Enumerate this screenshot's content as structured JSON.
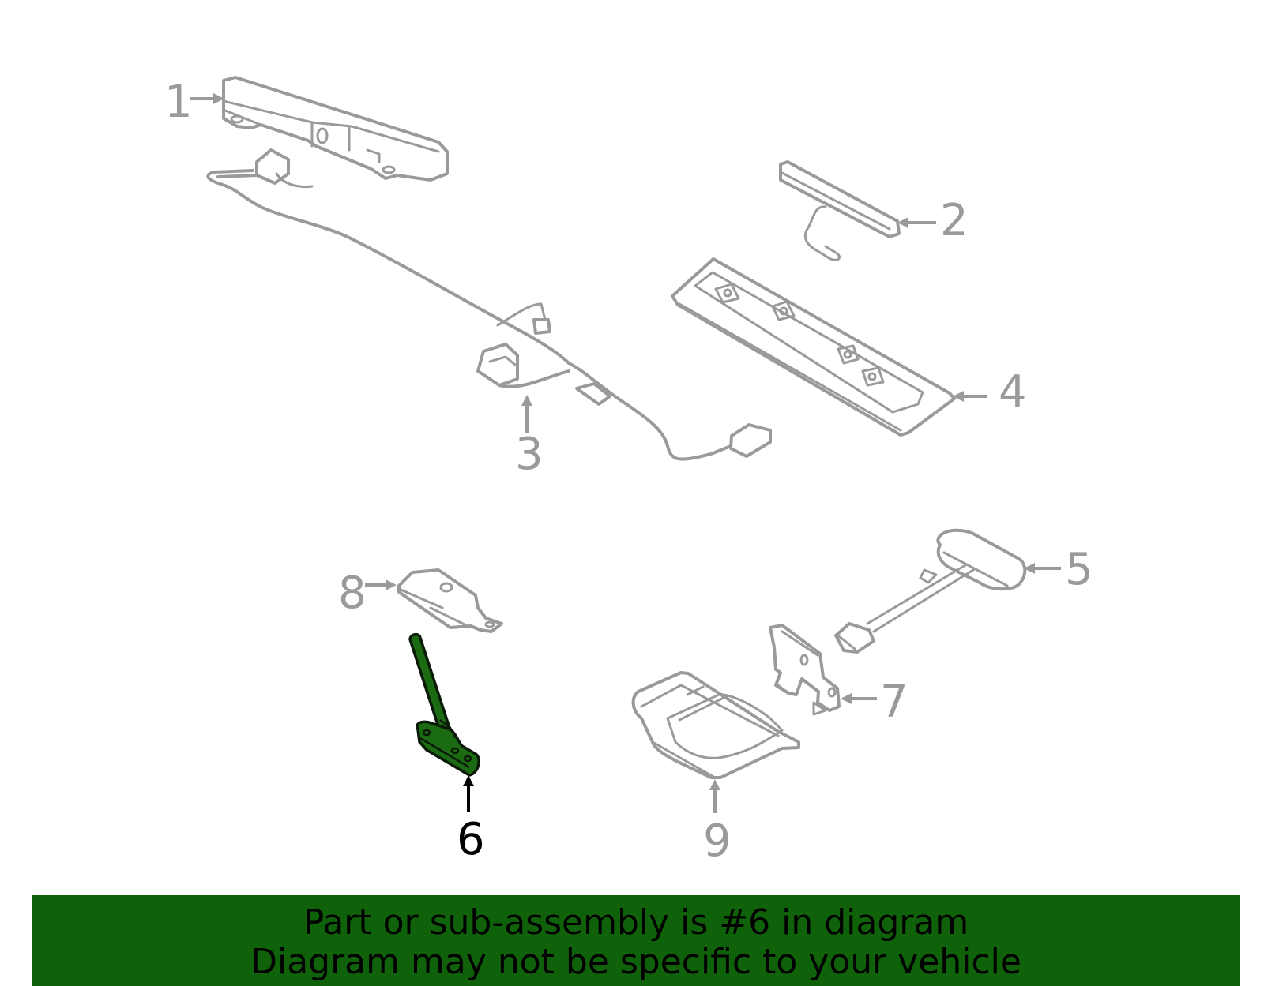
{
  "callouts": [
    {
      "id": "1",
      "label": "1",
      "highlighted": false
    },
    {
      "id": "2",
      "label": "2",
      "highlighted": false
    },
    {
      "id": "3",
      "label": "3",
      "highlighted": false
    },
    {
      "id": "4",
      "label": "4",
      "highlighted": false
    },
    {
      "id": "5",
      "label": "5",
      "highlighted": false
    },
    {
      "id": "6",
      "label": "6",
      "highlighted": true
    },
    {
      "id": "7",
      "label": "7",
      "highlighted": false
    },
    {
      "id": "8",
      "label": "8",
      "highlighted": false
    },
    {
      "id": "9",
      "label": "9",
      "highlighted": false
    }
  ],
  "banner": {
    "line1": "Part or sub-assembly is #6 in diagram",
    "line2": "Diagram may not be specific to your vehicle"
  },
  "colors": {
    "banner_bg": "#0f6209",
    "highlight_part": "#1a6b12",
    "part_stroke": "#9a9a9a"
  }
}
